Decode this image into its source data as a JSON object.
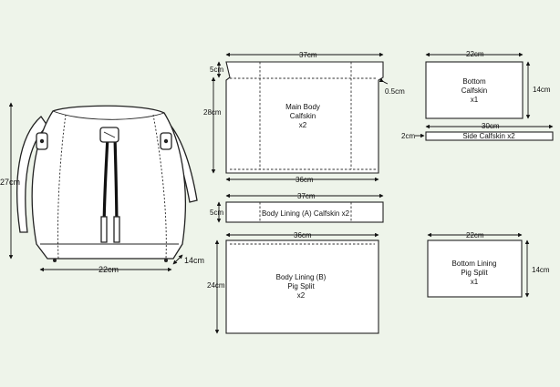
{
  "bag": {
    "height": "27cm",
    "width": "22cm",
    "depth": "14cm"
  },
  "main_body": {
    "width": "37cm",
    "height": "28cm",
    "top_drop": "5cm",
    "notch": "0.5cm",
    "bottom_width": "36cm",
    "name": "Main Body",
    "material": "Calfskin",
    "qty": "x2"
  },
  "bottom": {
    "width": "22cm",
    "height": "14cm",
    "name": "Bottom",
    "material": "Calfskin",
    "qty": "x1"
  },
  "side": {
    "width": "30cm",
    "height": "2cm",
    "label": "Side  Calfskin  x2"
  },
  "lining_a": {
    "width": "37cm",
    "height": "5cm",
    "label": "Body Lining (A)  Calfskin  x2"
  },
  "lining_b": {
    "width": "36cm",
    "height": "24cm",
    "name": "Body Lining (B)",
    "material": "Pig Split",
    "qty": "x2"
  },
  "bottom_lining": {
    "width": "22cm",
    "height": "14cm",
    "name": "Bottom Lining",
    "material": "Pig Split",
    "qty": "x1"
  }
}
